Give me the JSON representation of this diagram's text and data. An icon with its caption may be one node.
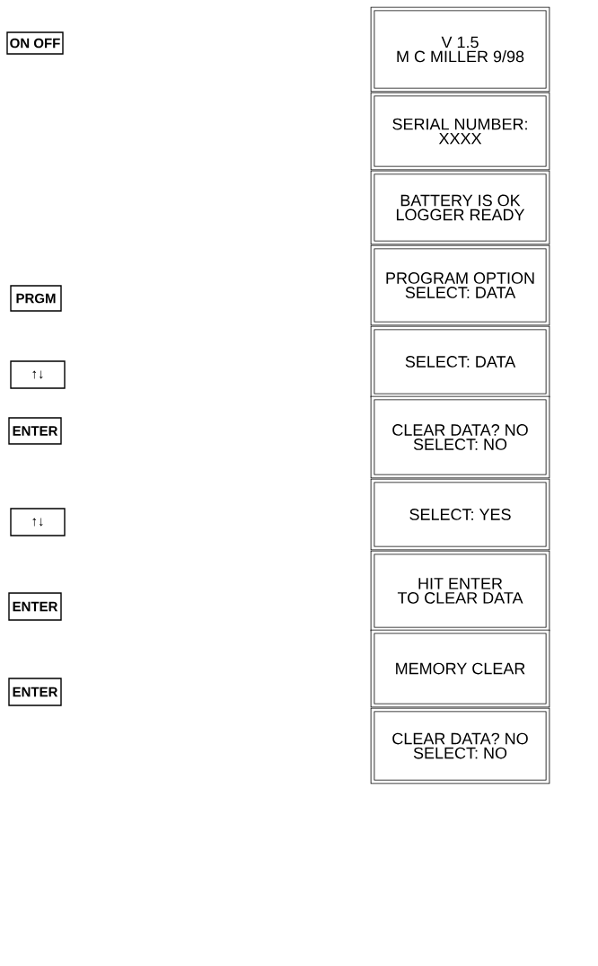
{
  "diagram": {
    "nodes": [
      {
        "text": [
          "ON OFF"
        ]
      },
      {
        "text": [
          "V 1.5",
          "M C MILLER 9/98"
        ]
      },
      {
        "text": [
          "SERIAL NUMBER:",
          "XXXX"
        ]
      },
      {
        "text": [
          "BATTERY IS OK",
          "LOGGER READY"
        ]
      },
      {
        "text": [
          "PRGM"
        ]
      },
      {
        "text": [
          "PROGRAM OPTION",
          "SELECT: DATA"
        ]
      },
      {
        "text": [
          "↑↓"
        ]
      },
      {
        "text": [
          "SELECT: DATA"
        ]
      },
      {
        "text": [
          "ENTER"
        ]
      },
      {
        "text": [
          "CLEAR DATA? NO",
          "SELECT: NO"
        ]
      },
      {
        "text": [
          "↑↓"
        ]
      },
      {
        "text": [
          "SELECT: YES"
        ]
      },
      {
        "text": [
          "ENTER"
        ]
      },
      {
        "text": [
          "HIT ENTER",
          "TO CLEAR DATA"
        ]
      },
      {
        "text": [
          "ENTER"
        ]
      },
      {
        "text": [
          "MEMORY CLEAR"
        ]
      },
      {
        "text": [
          "CLEAR DATA? NO",
          "SELECT: NO"
        ]
      }
    ]
  }
}
